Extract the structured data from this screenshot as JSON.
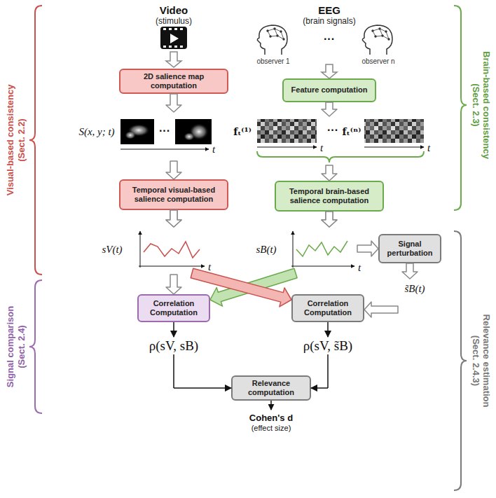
{
  "diagram": {
    "nodes": [
      {
        "text": [
          "2D salience map computation"
        ]
      },
      {
        "text": [
          "Feature computation"
        ]
      },
      {
        "text": [
          "Temporal visual-based salience computation"
        ]
      },
      {
        "text": [
          "Temporal brain-based salience computation"
        ]
      },
      {
        "text": [
          "Signal perturbation"
        ]
      },
      {
        "text": [
          "Correlation Computation"
        ]
      },
      {
        "text": [
          "Correlation Computation"
        ]
      },
      {
        "text": [
          "Relevance computation"
        ]
      }
    ],
    "edges": [
      {
        "from": 0,
        "to": 2,
        "arrow": "to"
      },
      {
        "from": 1,
        "to": 3,
        "arrow": "to"
      },
      {
        "from": 2,
        "to": 5,
        "arrow": "to"
      },
      {
        "from": 3,
        "to": 5,
        "arrow": "to"
      },
      {
        "from": 2,
        "to": 6,
        "arrow": "to"
      },
      {
        "from": 3,
        "to": 4,
        "arrow": "to"
      },
      {
        "from": 4,
        "to": 6,
        "arrow": "to"
      },
      {
        "from": 5,
        "to": 7,
        "arrow": "to"
      },
      {
        "from": 6,
        "to": 7,
        "arrow": "to"
      }
    ],
    "labels": [
      "Video",
      "(stimulus)",
      "EEG",
      "(brain signals)",
      "observer 1",
      "···",
      "observer n",
      "S(x, y; t)",
      "···",
      "t",
      "fₜ⁽¹⁾",
      "t",
      "···",
      "fₜ⁽ⁿ⁾",
      "t",
      "sV(t)",
      "t",
      "sB(t)",
      "t",
      "s̃B(t)",
      "ρ(sV, sB)",
      "ρ(sV, s̃B)",
      "Cohen's d",
      "(effect size)",
      "Visual-based consistency",
      "(Sect. 2.2)",
      "Brain-based consistency",
      "(Sect. 2.3)",
      "Signal comparison",
      "(Sect. 2.4)",
      "Relevance estimation",
      "(Sect. 2.4.3)"
    ]
  }
}
